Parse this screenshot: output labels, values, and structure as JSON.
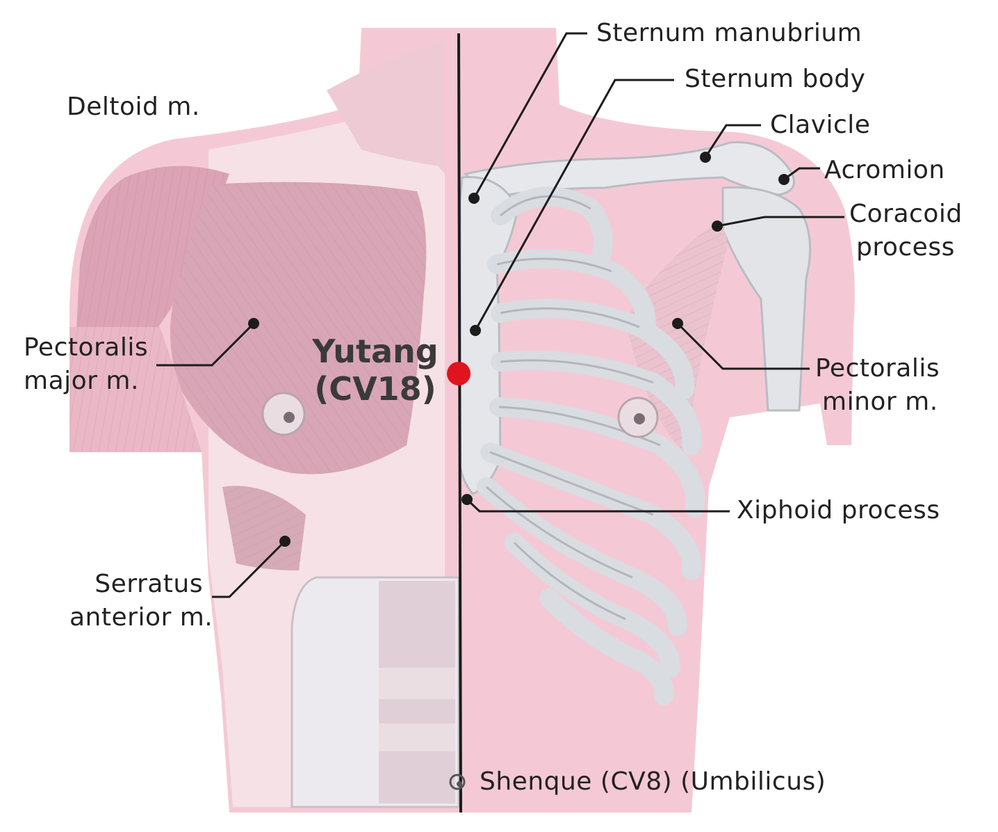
{
  "diagram": {
    "acupoint": {
      "name": "Yutang",
      "code": "(CV18)",
      "marker_color": "#e0141e"
    },
    "labels": {
      "sternum_manubrium": "Sternum manubrium",
      "sternum_body": "Sternum body",
      "clavicle": "Clavicle",
      "acromion": "Acromion",
      "coracoid_line1": "Coracoid",
      "coracoid_line2": "process",
      "deltoid": "Deltoid m.",
      "pectoralis_major_line1": "Pectoralis",
      "pectoralis_major_line2": "major m.",
      "pectoralis_minor_line1": "Pectoralis",
      "pectoralis_minor_line2": "minor m.",
      "xiphoid": "Xiphoid process",
      "serratus_line1": "Serratus",
      "serratus_line2": "anterior m.",
      "shenque": "Shenque (CV8) (Umbilicus)"
    },
    "colors": {
      "skin": "#f3c6d2",
      "muscle": "#d9a9b8",
      "bone": "#e4e6ea",
      "bone_shadow": "#b9bcc3",
      "midline": "#1c1c1c",
      "leader": "#1c1c1c"
    }
  }
}
